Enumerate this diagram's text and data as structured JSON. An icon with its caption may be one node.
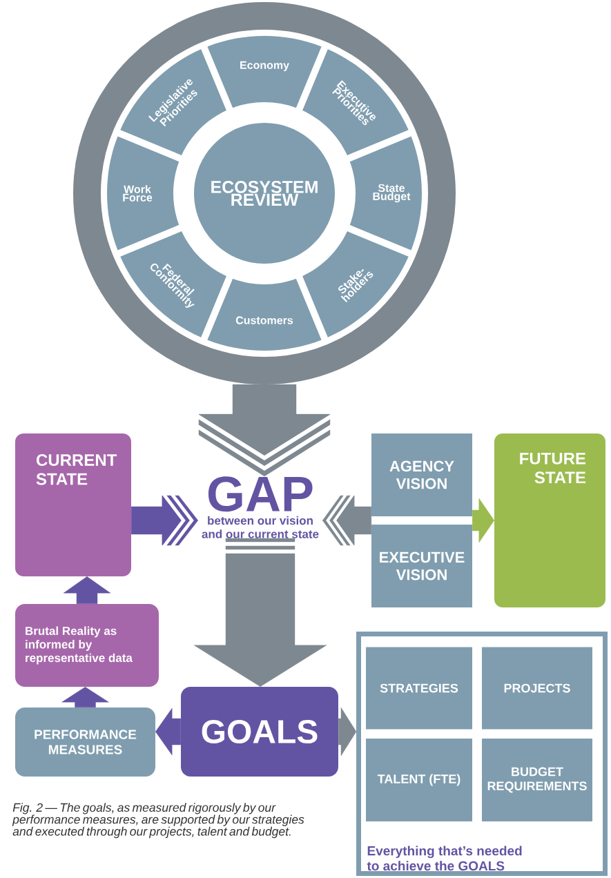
{
  "diagram": {
    "caption": "Fig. 2 — The goals, as measured rigorously by our performance measures, are supported by our strategies and executed through our projects, talent and budget.",
    "nodes": [
      {
        "text": [],
        "shape": "circle"
      },
      {
        "text": [
          "Economy"
        ],
        "in": 0
      },
      {
        "text": [
          "Executive Priorities"
        ],
        "in": 0
      },
      {
        "text": [
          "State Budget"
        ],
        "in": 0
      },
      {
        "text": [
          "Stake- holders"
        ],
        "in": 0
      },
      {
        "text": [
          "Customers"
        ],
        "in": 0
      },
      {
        "text": [
          "Federal Conformity"
        ],
        "in": 0
      },
      {
        "text": [
          "Work Force"
        ],
        "in": 0
      },
      {
        "text": [
          "Legislative Priorities"
        ],
        "in": 0
      },
      {
        "text": [
          "ECOSYSTEM REVIEW"
        ],
        "in": 0
      },
      {
        "text": [
          "CURRENT STATE"
        ]
      },
      {
        "text": [
          "GAP",
          "between our vision and our current state"
        ]
      },
      {
        "text": [
          "AGENCY VISION"
        ]
      },
      {
        "text": [
          "EXECUTIVE VISION"
        ]
      },
      {
        "text": [
          "FUTURE STATE"
        ]
      },
      {
        "text": [
          "Brutal Reality as informed by representative data"
        ]
      },
      {
        "text": [
          "PERFORMANCE MEASURES"
        ]
      },
      {
        "text": [
          "GOALS"
        ]
      },
      {
        "text": [
          "Everything that’s needed to achieve the GOALS"
        ]
      },
      {
        "text": [
          "STRATEGIES"
        ],
        "in": 18
      },
      {
        "text": [
          "PROJECTS"
        ],
        "in": 18
      },
      {
        "text": [
          "TALENT (FTE)"
        ],
        "in": 18
      },
      {
        "text": [
          "BUDGET REQUIREMENTS"
        ],
        "in": 18
      }
    ],
    "edges": [
      {
        "from": 0,
        "to": 11,
        "arrow": "to"
      },
      {
        "from": 10,
        "to": 11,
        "arrow": "to",
        "color": "#6354a3"
      },
      {
        "from": 12,
        "to": 11,
        "arrow": "to"
      },
      {
        "from": 13,
        "to": 11,
        "arrow": "to"
      },
      {
        "from": 12,
        "to": 14,
        "arrow": "to",
        "color": "#9bbb4f"
      },
      {
        "from": 13,
        "to": 14,
        "arrow": "to",
        "color": "#9bbb4f"
      },
      {
        "from": 11,
        "to": 17,
        "arrow": "to"
      },
      {
        "from": 15,
        "to": 10,
        "arrow": "to",
        "color": "#6354a3"
      },
      {
        "from": 16,
        "to": 15,
        "arrow": "to",
        "color": "#6354a3"
      },
      {
        "from": 17,
        "to": 16,
        "arrow": "to",
        "color": "#6354a3"
      },
      {
        "from": 17,
        "to": 18,
        "arrow": "to"
      }
    ]
  }
}
